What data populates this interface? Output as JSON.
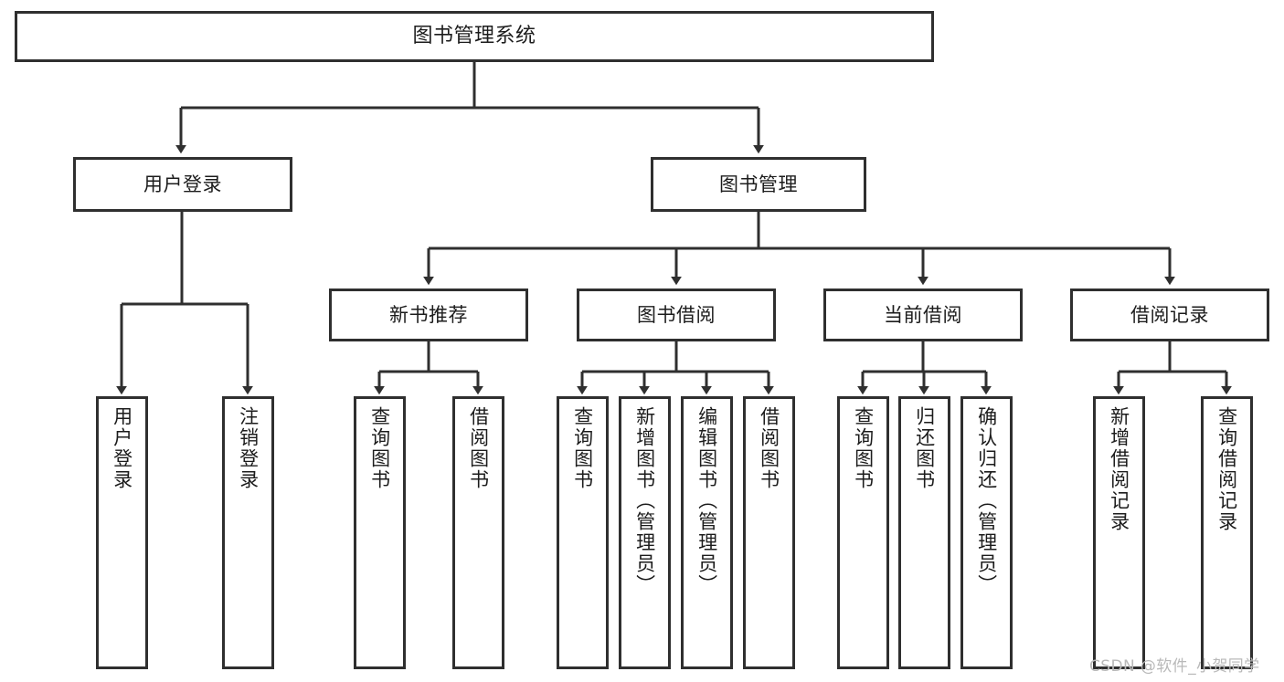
{
  "diagram": {
    "title": "图书管理系统",
    "root": {
      "id": "root",
      "label": "图书管理系统"
    },
    "level2": [
      {
        "id": "user-login",
        "label": "用户登录"
      },
      {
        "id": "book-manage",
        "label": "图书管理"
      }
    ],
    "level3": [
      {
        "id": "new-book-recommend",
        "label": "新书推荐"
      },
      {
        "id": "book-borrow",
        "label": "图书借阅"
      },
      {
        "id": "current-borrow",
        "label": "当前借阅"
      },
      {
        "id": "borrow-record",
        "label": "借阅记录"
      }
    ],
    "leaves": [
      {
        "id": "leaf-user-login",
        "label": "用户登录",
        "parent": "user-login"
      },
      {
        "id": "leaf-user-logout",
        "label": "注销登录",
        "parent": "user-login"
      },
      {
        "id": "leaf-query-book-1",
        "label": "查询图书",
        "parent": "new-book-recommend"
      },
      {
        "id": "leaf-borrow-book-1",
        "label": "借阅图书",
        "parent": "new-book-recommend"
      },
      {
        "id": "leaf-query-book-2",
        "label": "查询图书",
        "parent": "book-borrow"
      },
      {
        "id": "leaf-add-book",
        "label": "新增图书（管理员）",
        "parent": "book-borrow"
      },
      {
        "id": "leaf-edit-book",
        "label": "编辑图书（管理员）",
        "parent": "book-borrow"
      },
      {
        "id": "leaf-borrow-book-2",
        "label": "借阅图书",
        "parent": "book-borrow"
      },
      {
        "id": "leaf-query-book-3",
        "label": "查询图书",
        "parent": "current-borrow"
      },
      {
        "id": "leaf-return-book",
        "label": "归还图书",
        "parent": "current-borrow"
      },
      {
        "id": "leaf-confirm-return",
        "label": "确认归还（管理员）",
        "parent": "current-borrow"
      },
      {
        "id": "leaf-add-record",
        "label": "新增借阅记录",
        "parent": "borrow-record"
      },
      {
        "id": "leaf-query-record",
        "label": "查询借阅记录",
        "parent": "borrow-record"
      }
    ],
    "colors": {
      "border": "#2f2f2f",
      "edge": "#2f2f2f",
      "background": "#ffffff",
      "text": "#1c1c1c",
      "watermark": "#b9b9b9"
    }
  },
  "watermark": {
    "text": "CSDN @软件_小贺同学"
  }
}
